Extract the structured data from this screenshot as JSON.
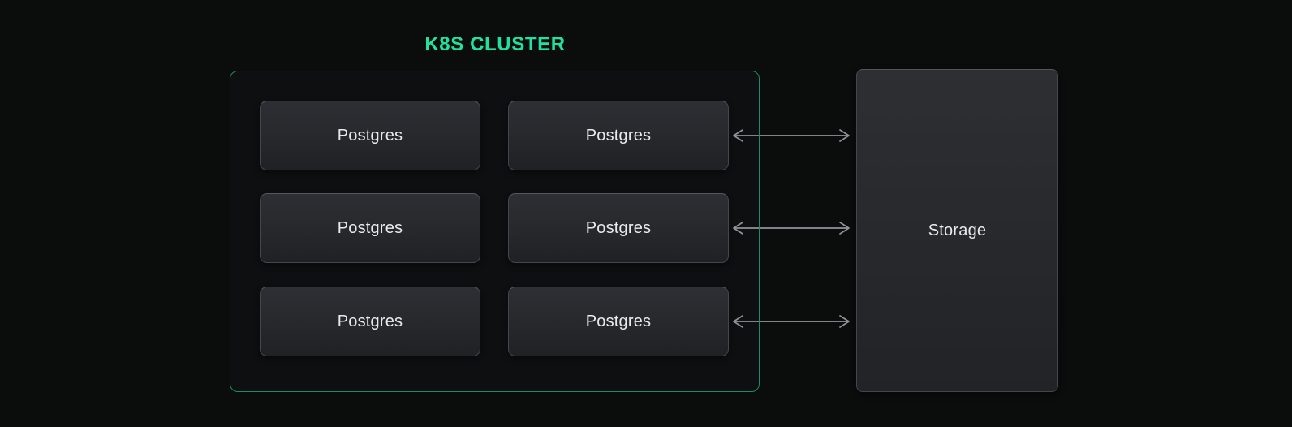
{
  "colors": {
    "background": "#0b0c0c",
    "accent_green": "#1ee2a2",
    "cluster_border_green": "#1e8a66",
    "node_border": "#43464c",
    "node_text": "#e9eaec",
    "arrow_gray": "#909297"
  },
  "cluster": {
    "title": "K8S CLUSTER",
    "nodes": [
      {
        "label": "Postgres"
      },
      {
        "label": "Postgres"
      },
      {
        "label": "Postgres"
      },
      {
        "label": "Postgres"
      },
      {
        "label": "Postgres"
      },
      {
        "label": "Postgres"
      }
    ]
  },
  "storage": {
    "label": "Storage"
  },
  "connections": [
    {
      "from": "postgres-row-1",
      "to": "storage",
      "type": "bidirectional"
    },
    {
      "from": "postgres-row-2",
      "to": "storage",
      "type": "bidirectional"
    },
    {
      "from": "postgres-row-3",
      "to": "storage",
      "type": "bidirectional"
    }
  ]
}
